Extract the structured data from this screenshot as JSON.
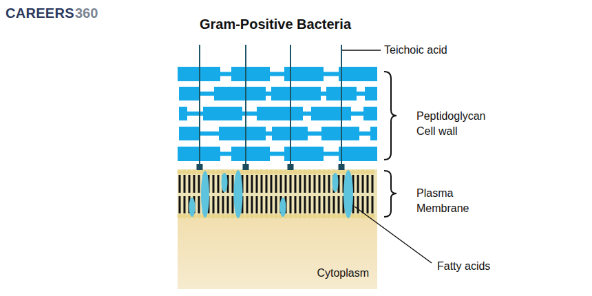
{
  "diagram": {
    "title": "Gram-Positive Bacteria",
    "nodes": [
      {
        "text": [
          "Cytoplasm"
        ]
      }
    ],
    "labels": [
      "CAREERS",
      "360",
      "Teichoic acid",
      "Peptidoglycan Cell wall",
      "Plasma Membrane",
      "Fatty acids"
    ]
  }
}
